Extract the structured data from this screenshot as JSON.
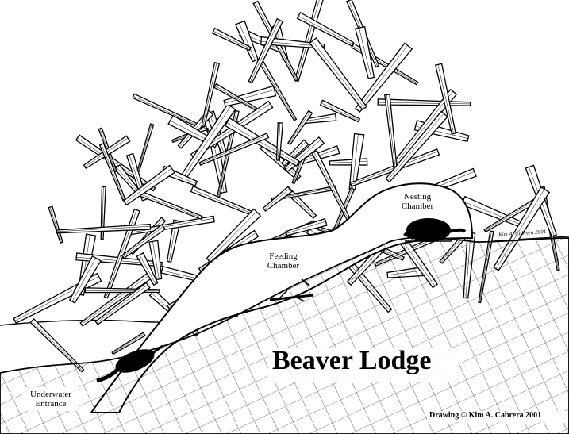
{
  "diagram": {
    "title": "Beaver Lodge",
    "labels": {
      "nesting_chamber": [
        "Nesting",
        "Chamber"
      ],
      "feeding_chamber": [
        "Feeding",
        "Chamber"
      ],
      "underwater_entrance": [
        "Underwater",
        "Entrance"
      ]
    },
    "signature": "Kim A. Cabrera 2001",
    "credit": "Drawing © Kim A. Cabrera 2001"
  },
  "colors": {
    "ink": "#000000",
    "paper": "#ffffff"
  }
}
